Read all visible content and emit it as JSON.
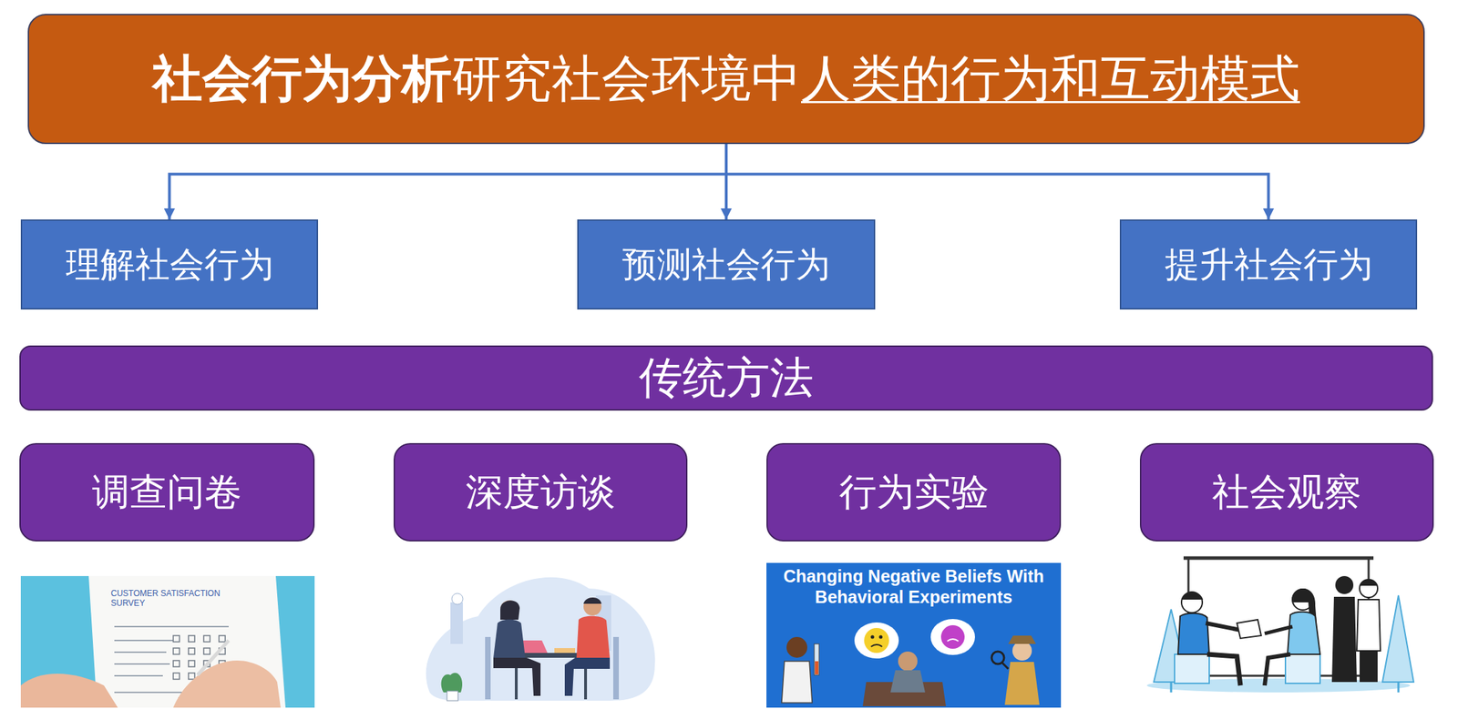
{
  "diagram": {
    "nodes": [
      {
        "text": [
          "社会行为分析",
          "研究社会环境中",
          "人类的行为和互动模式"
        ]
      },
      {
        "text": [
          "理解社会行为"
        ]
      },
      {
        "text": [
          "预测社会行为"
        ]
      },
      {
        "text": [
          "提升社会行为"
        ]
      },
      {
        "text": [
          "传统方法"
        ]
      },
      {
        "text": [
          "调查问卷"
        ]
      },
      {
        "text": [
          "深度访谈"
        ]
      },
      {
        "text": [
          "行为实验"
        ]
      },
      {
        "text": [
          "社会观察"
        ]
      }
    ],
    "edges": [
      {
        "from": 0,
        "to": 1,
        "arrow": "to"
      },
      {
        "from": 0,
        "to": 2,
        "arrow": "to"
      },
      {
        "from": 0,
        "to": 3,
        "arrow": "to"
      }
    ],
    "labels": [
      "CUSTOMER SATISFACTION SURVEY",
      "Changing Negative Beliefs With Behavioral Experiments"
    ]
  }
}
